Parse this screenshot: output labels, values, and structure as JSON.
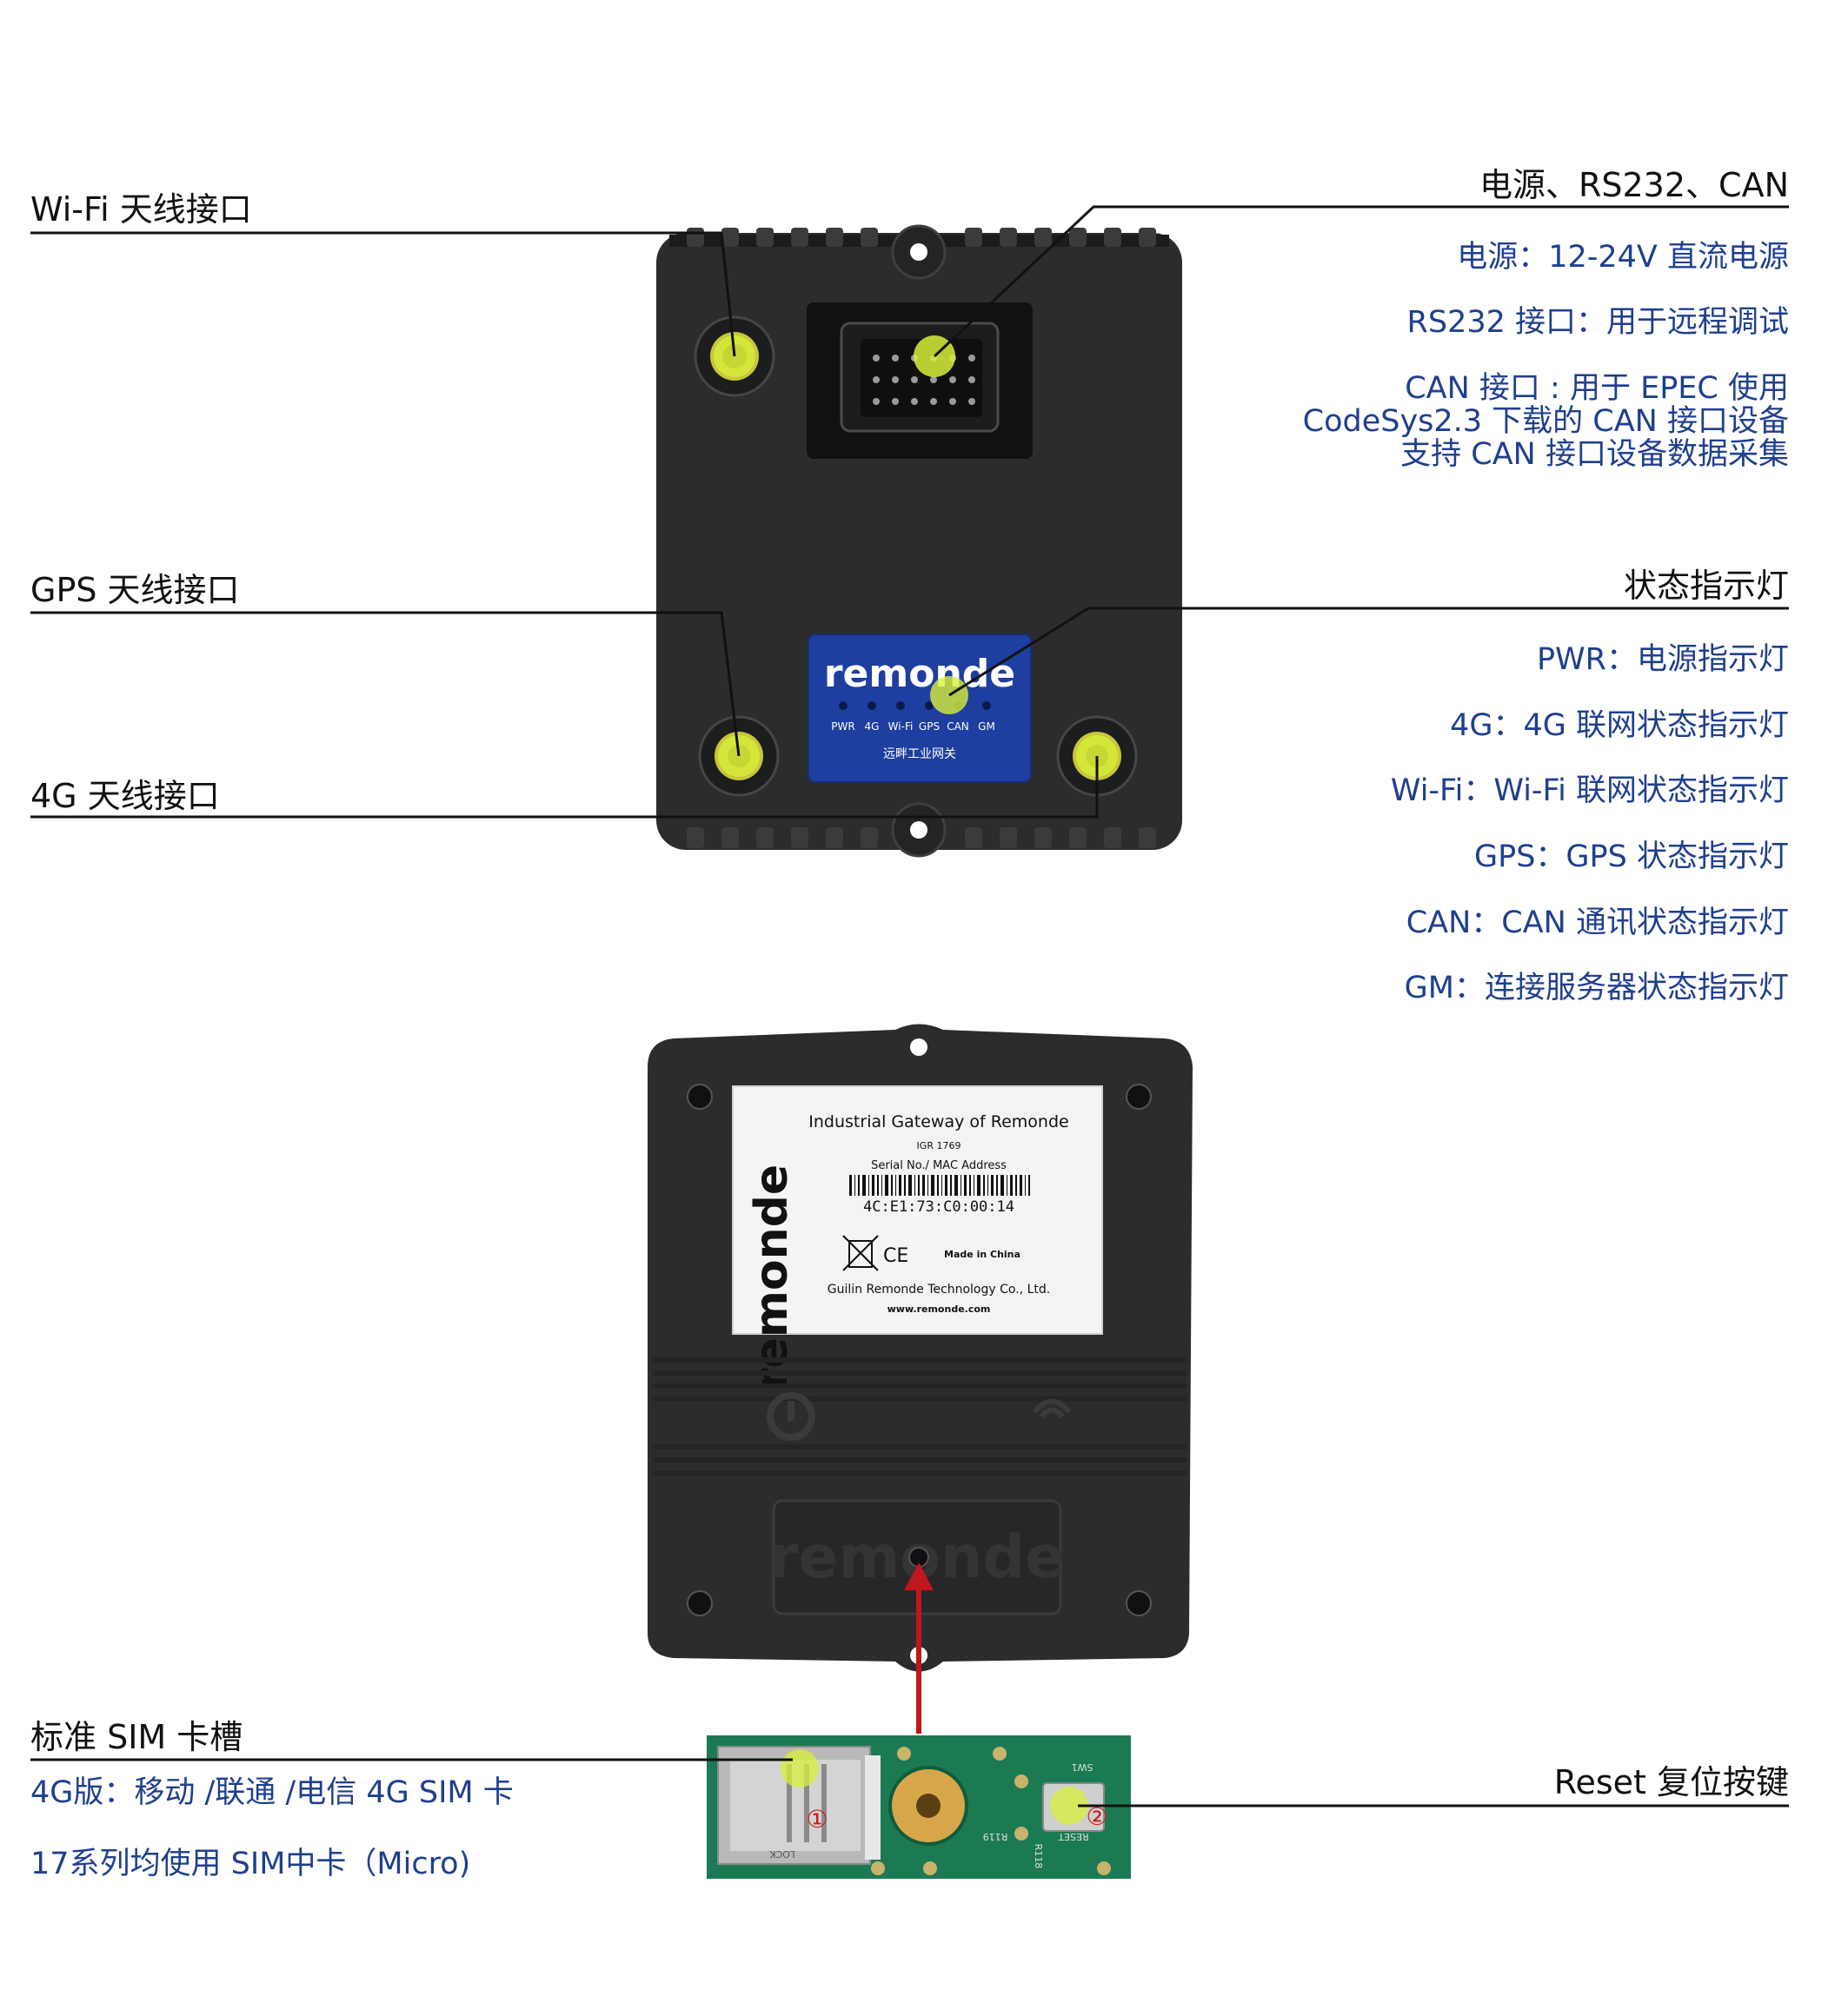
{
  "labels": {
    "wifi_antenna": "Wi-Fi 天线接口",
    "gps_antenna": "GPS 天线接口",
    "antenna_4g": "4G 天线接口",
    "sim_slot": "标准 SIM 卡槽",
    "power_rs232_can": "电源、RS232、CAN",
    "status_leds": "状态指示灯",
    "reset_button": "Reset 复位按键"
  },
  "power_notes": [
    "电源：12-24V 直流电源",
    "RS232 接口：用于远程调试",
    "CAN 接口 : 用于 EPEC 使用",
    "CodeSys2.3 下载的 CAN 接口设备",
    "支持 CAN 接口设备数据采集"
  ],
  "led_notes": [
    "PWR：电源指示灯",
    "4G：4G 联网状态指示灯",
    "Wi-Fi：Wi-Fi 联网状态指示灯",
    "GPS：GPS 状态指示灯",
    "CAN：CAN 通讯状态指示灯",
    "GM：连接服务器状态指示灯"
  ],
  "sim_notes": [
    "4G版：移动 /联通 /电信  4G SIM 卡",
    "17系列均使用 SIM中卡（Micro)"
  ],
  "device_front": {
    "brand": "remonde",
    "leds": [
      "PWR",
      "4G",
      "Wi-Fi",
      "GPS",
      "CAN",
      "GM"
    ],
    "subtitle": "远畔工业网关"
  },
  "device_back": {
    "brand": "remonde",
    "sticker_title": "Industrial Gateway of Remonde",
    "model": "IGR 1769",
    "serial_label": "Serial No./ MAC Address",
    "mac": "4C:E1:73:C0:00:14",
    "ce": "CE",
    "made_in": "Made in China",
    "company": "Guilin Remonde Technology Co., Ltd.",
    "website": "www.remonde.com",
    "cover_brand": "remonde"
  },
  "pcb": {
    "marker_1": "①",
    "marker_2": "②",
    "lock_text": "LOCK",
    "reset_text": "RESET",
    "sw_text": "SW1",
    "r119": "R119",
    "r118": "R118"
  },
  "colors": {
    "device_body": "#2b2c2e",
    "led_panel": "#1e3fa0",
    "highlight": "#d8f03a",
    "blue_text": "#1f3f8f",
    "arrow": "#c0161e",
    "pcb": "#1c7a52"
  }
}
